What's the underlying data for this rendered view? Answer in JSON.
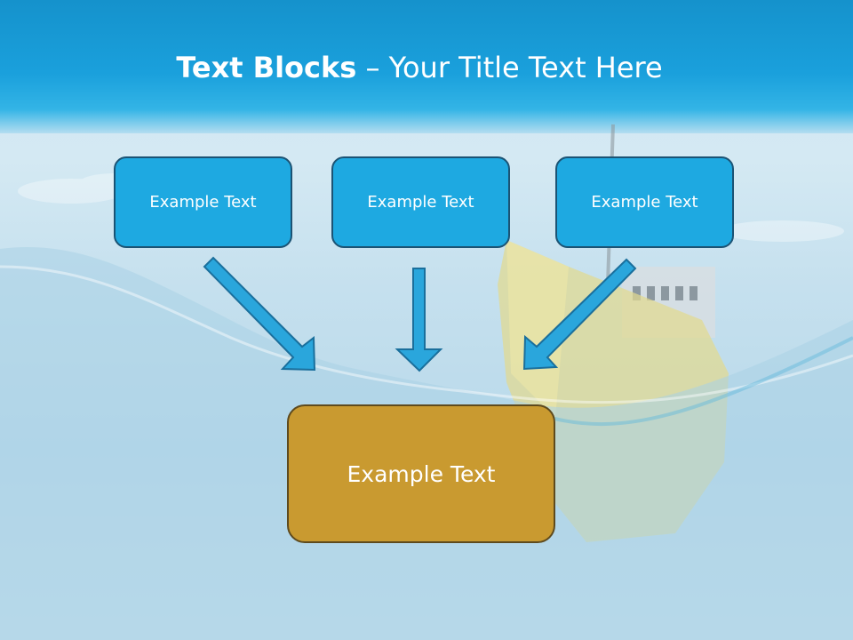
{
  "title": {
    "bold": "Text Blocks",
    "separator": " – ",
    "rest": "Your Title Text Here"
  },
  "boxes": {
    "left": "Example Text",
    "center": "Example Text",
    "right": "Example Text",
    "bottom": "Example Text"
  },
  "colors": {
    "title_bar": "#1aa0dc",
    "small_box_fill": "#1ea9e1",
    "small_box_border": "#1b5374",
    "bottom_box_fill": "#c99a30",
    "bottom_box_border": "#5e4a1d",
    "arrow_fill": "#2aa6dc",
    "arrow_stroke": "#1a6f9c"
  }
}
